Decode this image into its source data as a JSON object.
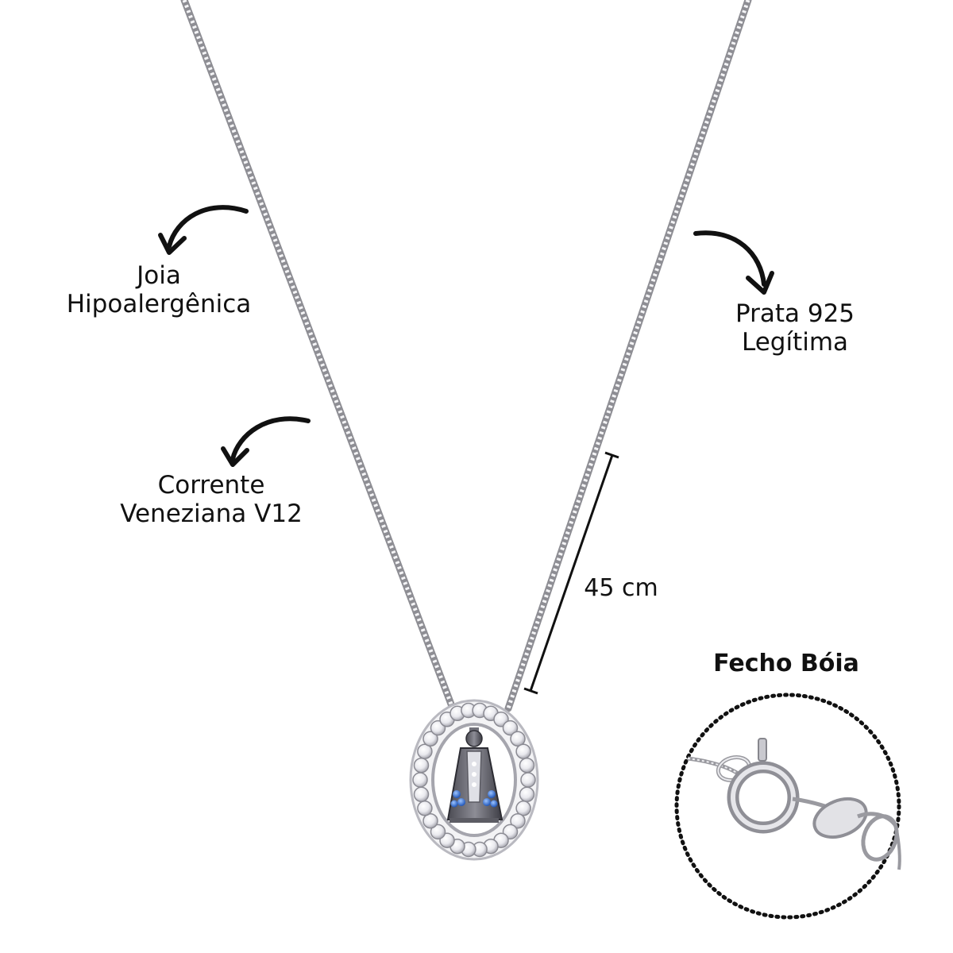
{
  "annotations": {
    "hypoallergenic": {
      "line1": "Joia",
      "line2": "Hipoalergênica"
    },
    "chain_type": {
      "line1": "Corrente",
      "line2": "Veneziana V12"
    },
    "material": {
      "line1": "Prata 925",
      "line2": "Legítima"
    },
    "length": "45 cm"
  },
  "clasp_detail": {
    "title": "Fecho Bóia"
  },
  "icons": [
    "curved-arrow-icon",
    "dimension-line-icon",
    "dotted-circle-magnifier"
  ],
  "colors": {
    "background": "#ffffff",
    "text": "#111111",
    "silver": "#c8c8cc",
    "zirconia_blue": "#2d6fd6"
  }
}
